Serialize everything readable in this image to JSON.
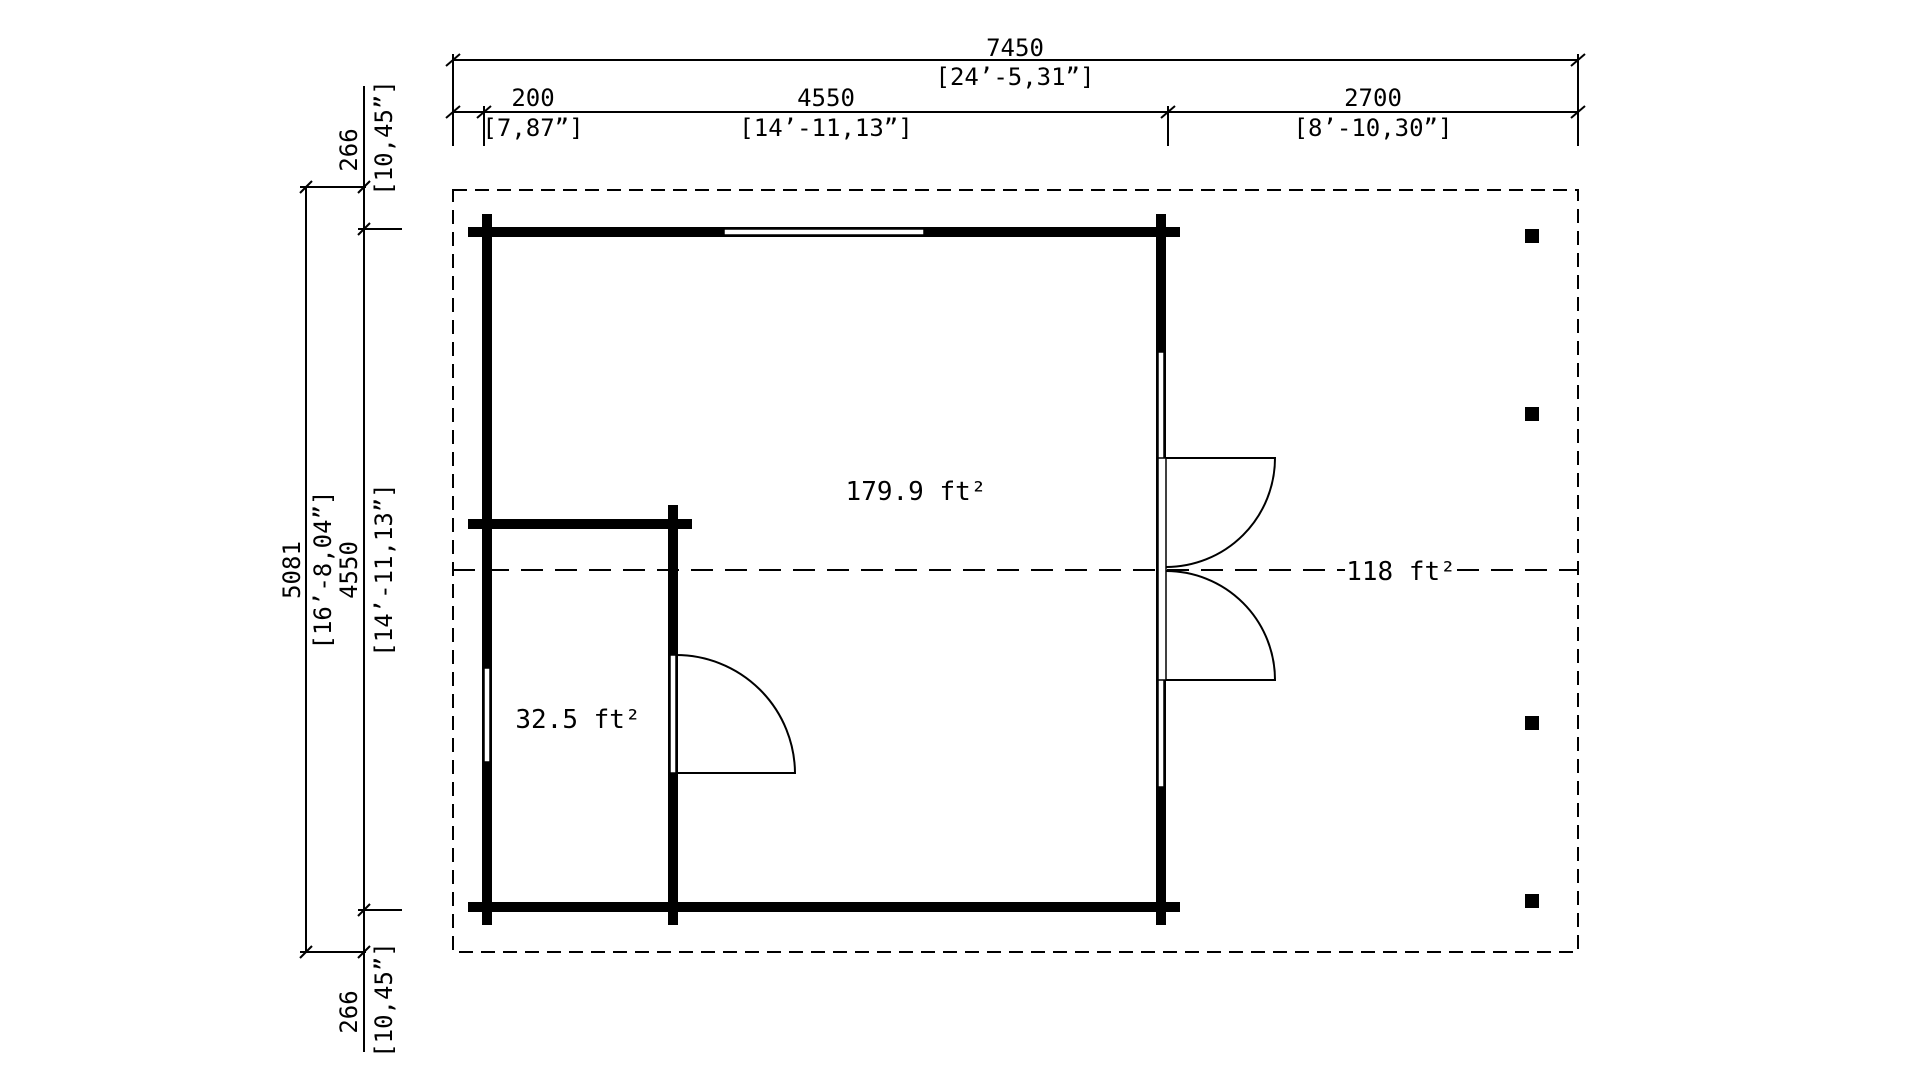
{
  "dimensions": {
    "overall_width_mm": "7450",
    "overall_width_imp": "[24’-5,31”]",
    "seg1_mm": "200",
    "seg1_imp": "[7,87”]",
    "seg2_mm": "4550",
    "seg2_imp": "[14’-11,13”]",
    "seg3_mm": "2700",
    "seg3_imp": "[8’-10,30”]",
    "top_overhang_mm": "266",
    "top_overhang_imp": "[10,45”]",
    "overall_depth_mm": "5081",
    "overall_depth_imp": "[16’-8,04”]",
    "inner_depth_mm": "4550",
    "inner_depth_imp": "[14’-11,13”]",
    "bottom_overhang_mm": "266",
    "bottom_overhang_imp": "[10,45”]"
  },
  "areas": {
    "main_room": "179.9 ft²",
    "small_room": "32.5 ft²",
    "canopy": "118 ft²"
  }
}
